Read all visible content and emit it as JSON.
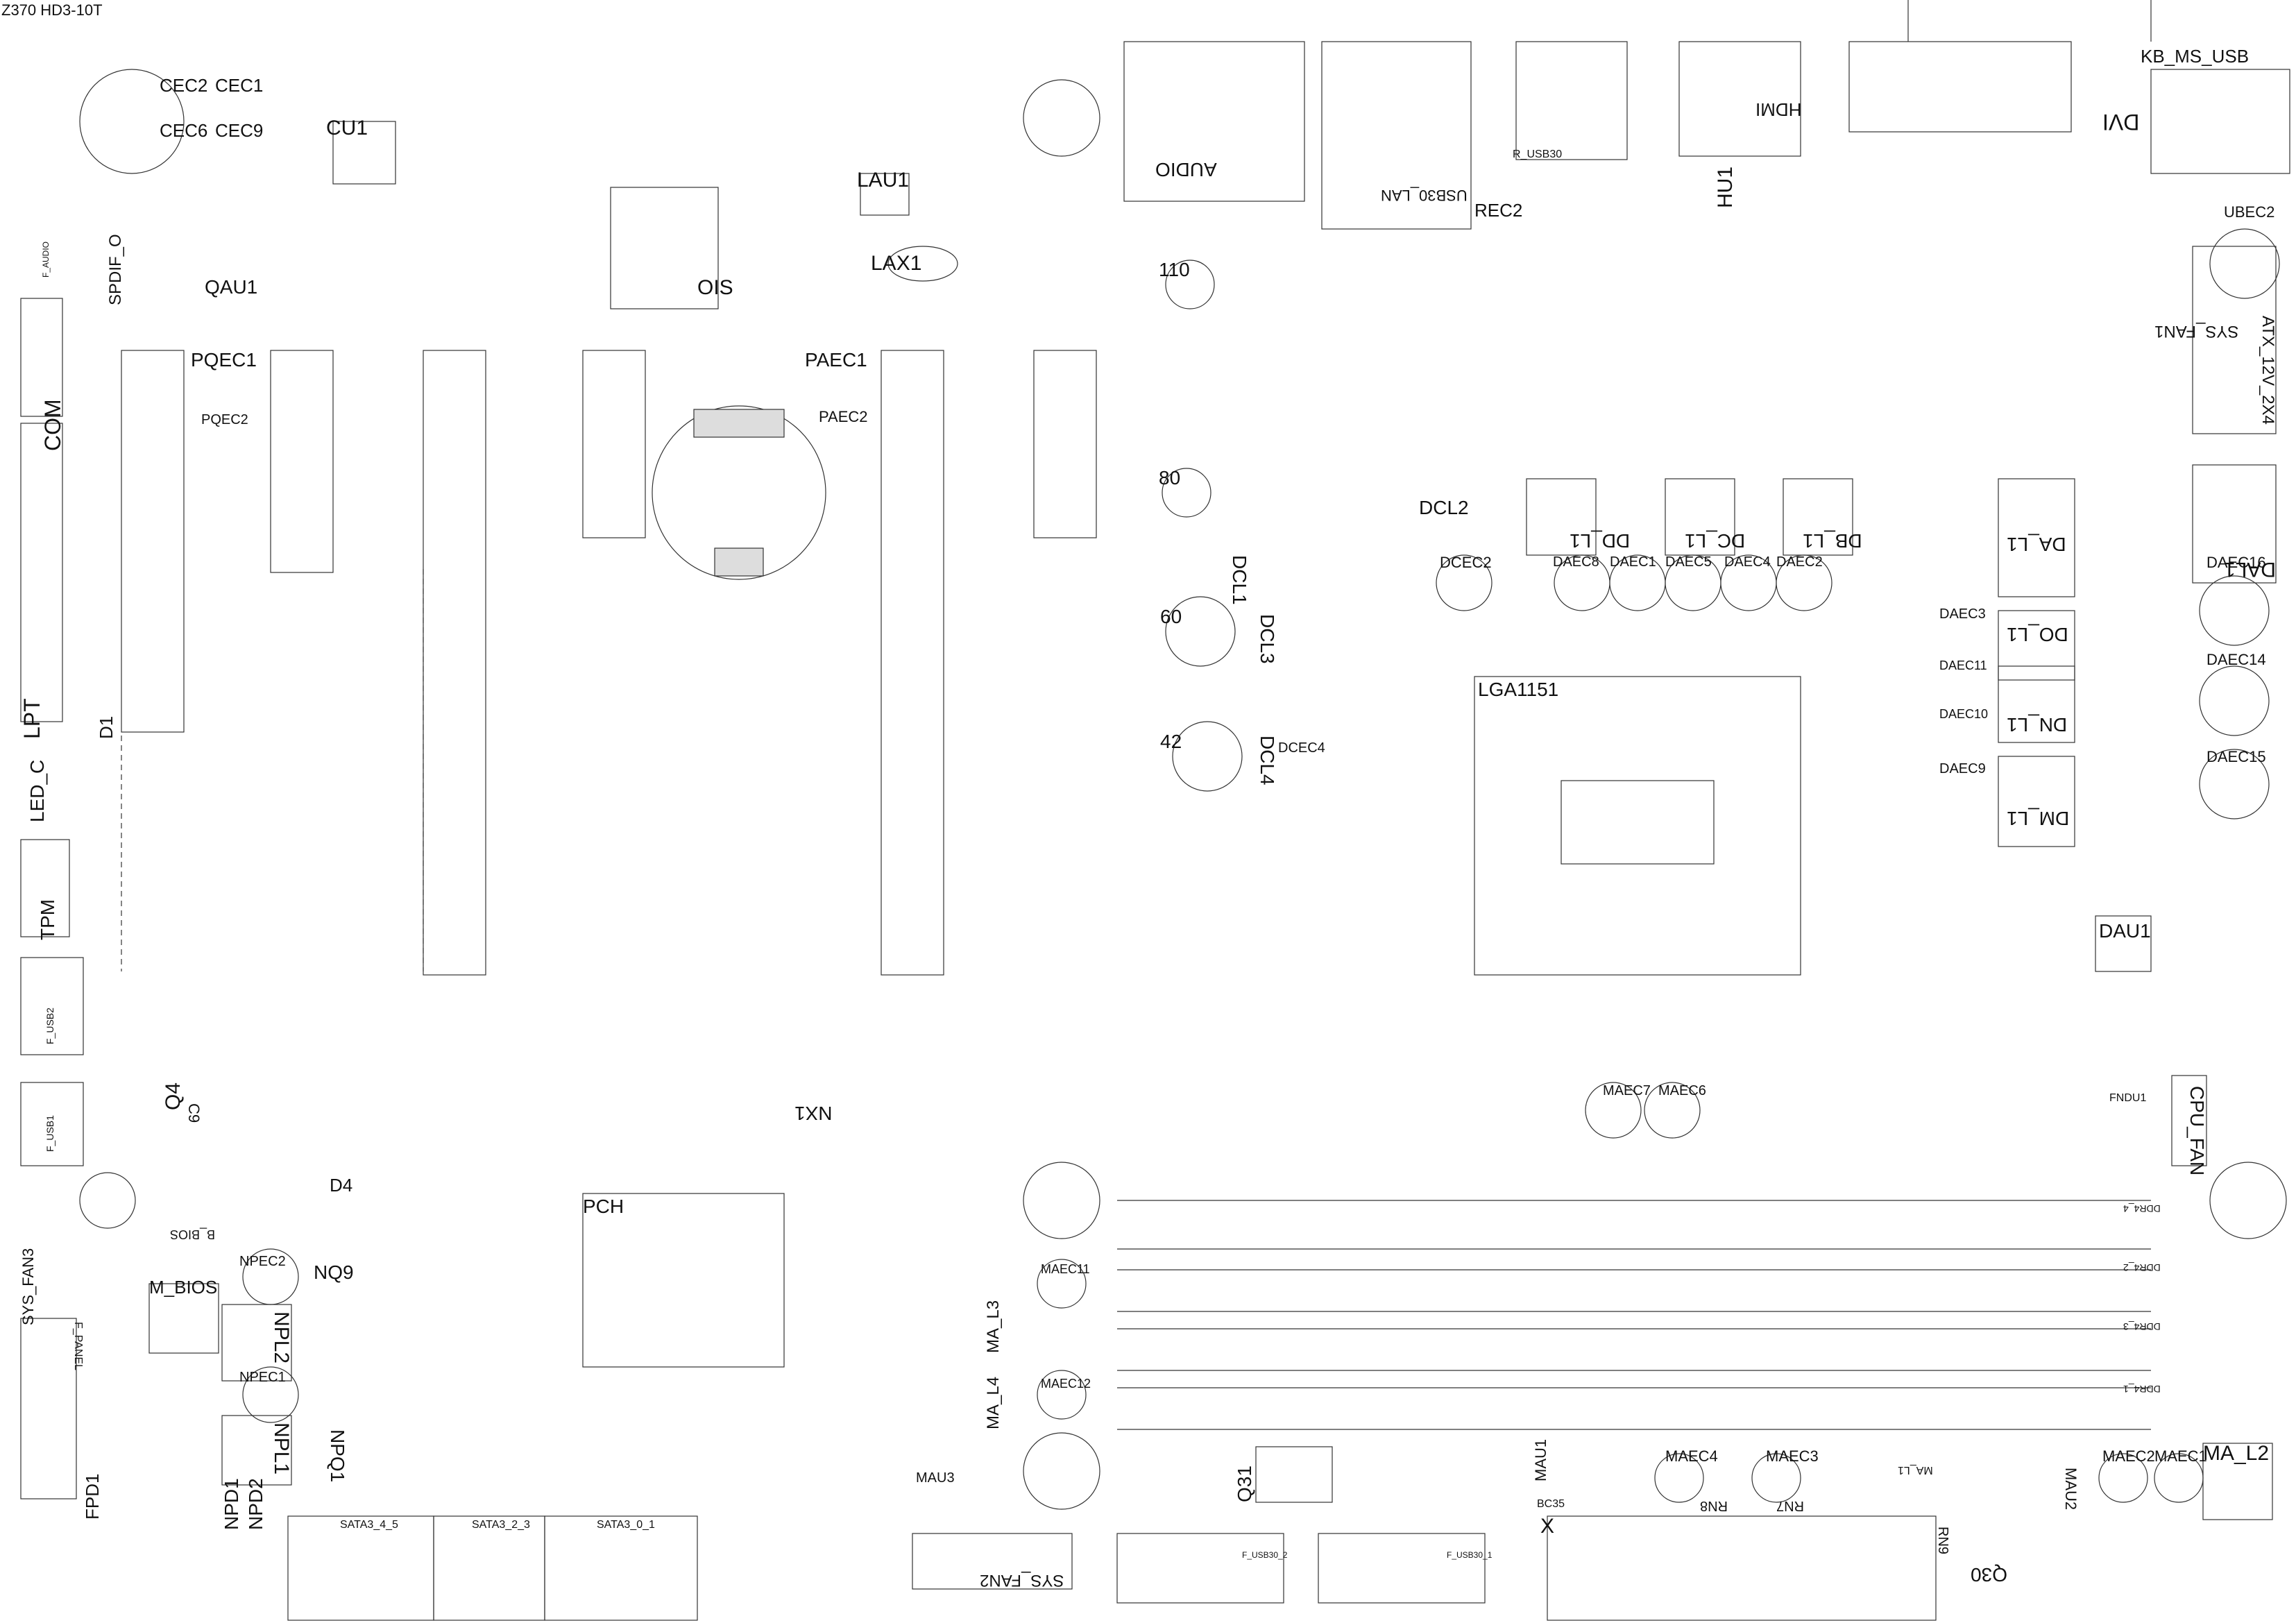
{
  "board_title": "Z370 HD3-10T",
  "components": {
    "kb_ms_usb": "KB_MS_USB",
    "dvi": "DVI",
    "hdmi": "HDMI",
    "audio": "AUDIO",
    "usb30_lan": "USB30_LAN",
    "r_usb30": "R_USB30",
    "rec2": "REC2",
    "hu1": "HU1",
    "ubec2": "UBEC2",
    "atx_12v_2x4": "ATX_12V_2X4",
    "sys_fan1": "SYS_FAN1",
    "cec2": "CEC2",
    "cec1": "CEC1",
    "cec6": "CEC6",
    "cec9": "CEC9",
    "cu1": "CU1",
    "lau1": "LAU1",
    "lax1": "LAX1",
    "ois": "OIS",
    "n110": "110",
    "spdif_o": "SPDIF_O",
    "f_audio": "F_AUDIO",
    "qau1": "QAU1",
    "pqec1": "PQEC1",
    "pqec2": "PQEC2",
    "paec1": "PAEC1",
    "paec2": "PAEC2",
    "com": "COM",
    "lpt": "LPT",
    "led_c": "LED_C",
    "tpm": "TPM",
    "d1": "D1",
    "f_usb2": "F_USB2",
    "f_usb1": "F_USB1",
    "q4": "Q4",
    "c9": "C9",
    "n80": "80",
    "n60": "60",
    "n42": "42",
    "dcl1": "DCL1",
    "dcl2": "DCL2",
    "dcl3": "DCL3",
    "dcl4": "DCL4",
    "dcec2": "DCEC2",
    "dcec4": "DCEC4",
    "lga1151": "LGA1151",
    "dd_l1": "DD_L1",
    "dc_l1": "DC_L1",
    "db_l1": "DB_L1",
    "da_l1": "DA_L1",
    "do_l1": "DO_L1",
    "dn_l1": "DN_L1",
    "dm_l1": "DM_L1",
    "dal1": "DAL1",
    "daec8": "DAEC8",
    "daec1": "DAEC1",
    "daec5": "DAEC5",
    "daec4": "DAEC4",
    "daec2": "DAEC2",
    "daec16": "DAEC16",
    "daec14": "DAEC14",
    "daec15": "DAEC15",
    "daec3": "DAEC3",
    "daec11": "DAEC11",
    "daec10": "DAEC10",
    "daec9": "DAEC9",
    "dau1": "DAU1",
    "cpu_fan": "CPU_FAN",
    "fndu1": "FNDU1",
    "maec7": "MAEC7",
    "maec6": "MAEC6",
    "nx1": "NX1",
    "pch": "PCH",
    "m_bios": "M_BIOS",
    "npec2": "NPEC2",
    "nq9": "NQ9",
    "npl2": "NPL2",
    "npec1": "NPEC1",
    "npq1": "NPQ1",
    "npl1": "NPL1",
    "npd1": "NPD1",
    "npd2": "NPD2",
    "d4": "D4",
    "b_bios": "B_BIOS",
    "sys_fan3": "SYS_FAN3",
    "fpd1": "FPD1",
    "f_panel": "F_PANEL",
    "sata3_45": "SATA3_4_5",
    "sata3_23": "SATA3_2_3",
    "sata3_01": "SATA3_0_1",
    "sys_fan2": "SYS_FAN2",
    "mau3": "MAU3",
    "ma_l3": "MA_L3",
    "ma_l4": "MA_L4",
    "maec11": "MAEC11",
    "maec12": "MAEC12",
    "q31": "Q31",
    "mau1": "MAU1",
    "maec4": "MAEC4",
    "maec3": "MAEC3",
    "maec2": "MAEC2",
    "maec1": "MAEC1",
    "ma_l2": "MA_L2",
    "ma_l1": "MA_L1",
    "mau2": "MAU2",
    "q30": "Q30",
    "rn7": "RN7",
    "rn8": "RN8",
    "rn9": "RN9",
    "x": "X",
    "bc35": "BC35",
    "f_usb30_1": "F_USB30_1",
    "f_usb30_2": "F_USB30_2",
    "ddr4_1": "DDR4_1",
    "ddr4_2": "DDR4_2",
    "ddr4_3": "DDR4_3",
    "ddr4_4": "DDR4_4"
  }
}
